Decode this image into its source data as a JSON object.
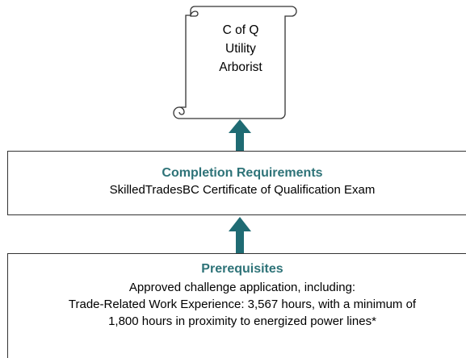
{
  "scroll": {
    "lines": [
      "C of Q",
      "Utility",
      "Arborist"
    ]
  },
  "completion": {
    "title": "Completion Requirements",
    "line1": "SkilledTradesBC Certificate of Qualification Exam"
  },
  "prerequisites": {
    "title": "Prerequisites",
    "lines": [
      "Approved challenge application, including:",
      "Trade-Related Work Experience:  3,567 hours, with a minimum of",
      "1,800 hours in proximity to energized power lines*"
    ]
  },
  "colors": {
    "heading": "#2E7378",
    "arrow": "#1F6B73",
    "border": "#333333"
  }
}
